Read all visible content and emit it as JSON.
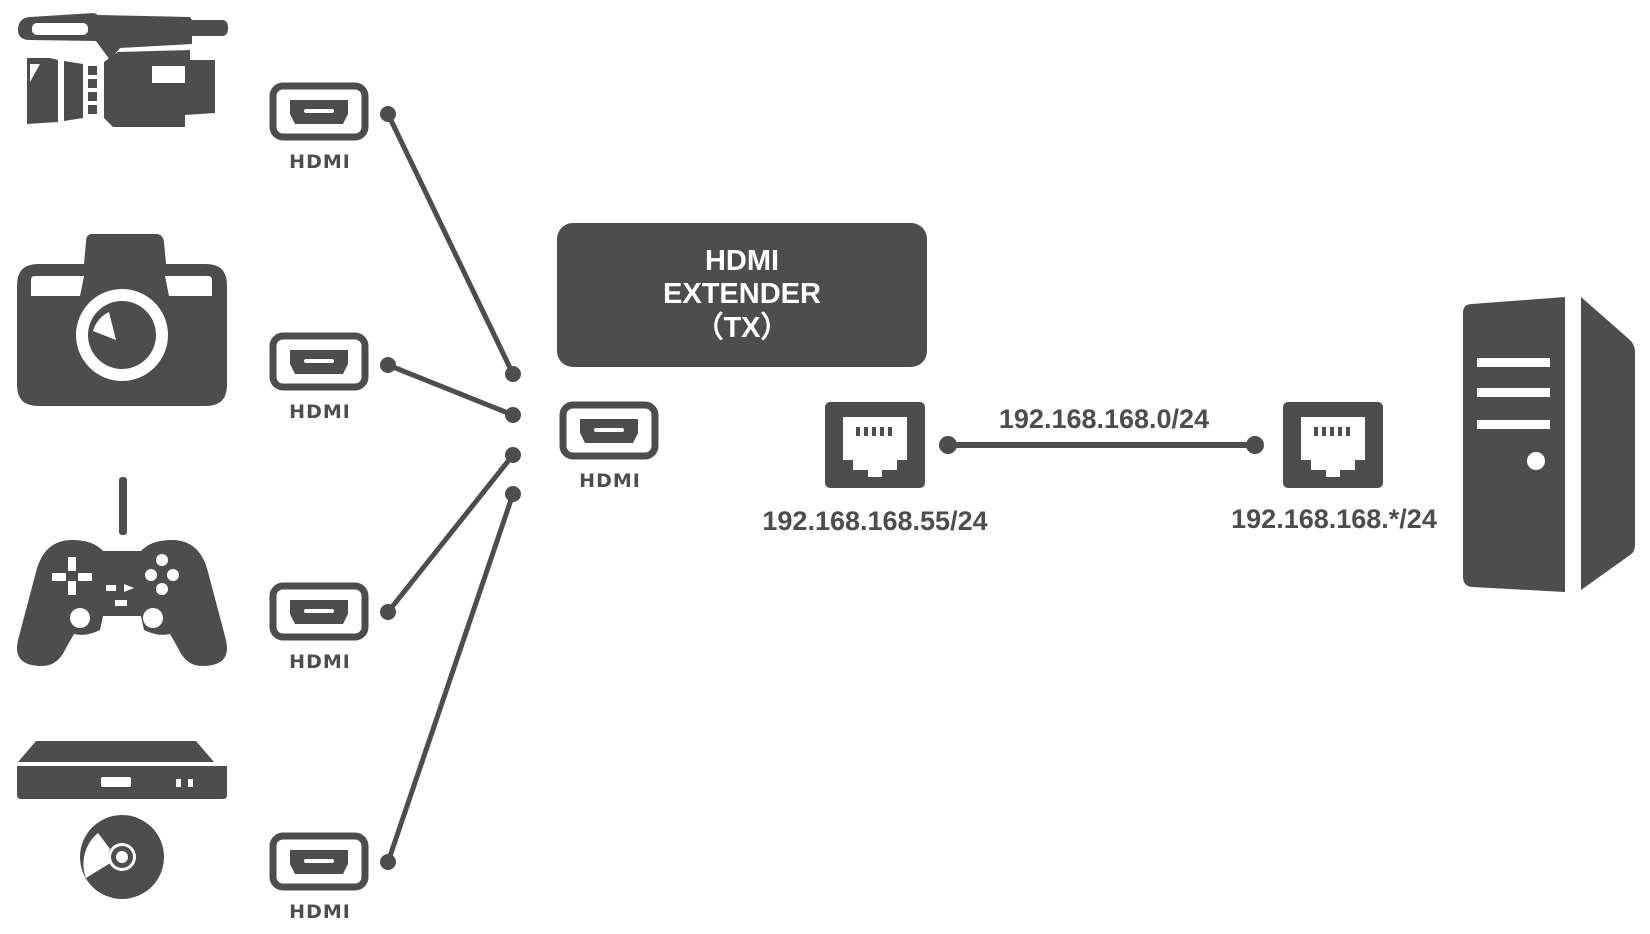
{
  "colors": {
    "ink": "#4d4d4d",
    "background": "#ffffff",
    "inverse": "#ffffff"
  },
  "sources": [
    {
      "name": "camcorder",
      "icon": "video-camera-icon",
      "port_label": "HDMI"
    },
    {
      "name": "camera",
      "icon": "photo-camera-icon",
      "port_label": "HDMI"
    },
    {
      "name": "game-console",
      "icon": "gamepad-icon",
      "port_label": "HDMI"
    },
    {
      "name": "disc-player",
      "icon": "blu-ray-player-icon",
      "port_label": "HDMI"
    }
  ],
  "extender": {
    "title_line1": "HDMI",
    "title_line2": "EXTENDER",
    "title_line3": "（TX）",
    "input_port_label": "HDMI",
    "lan_ip": "192.168.168.55/24"
  },
  "network": {
    "subnet_label": "192.168.168.0/24"
  },
  "receiver": {
    "lan_ip": "192.168.168.*/24",
    "icon": "pc-tower-icon"
  }
}
